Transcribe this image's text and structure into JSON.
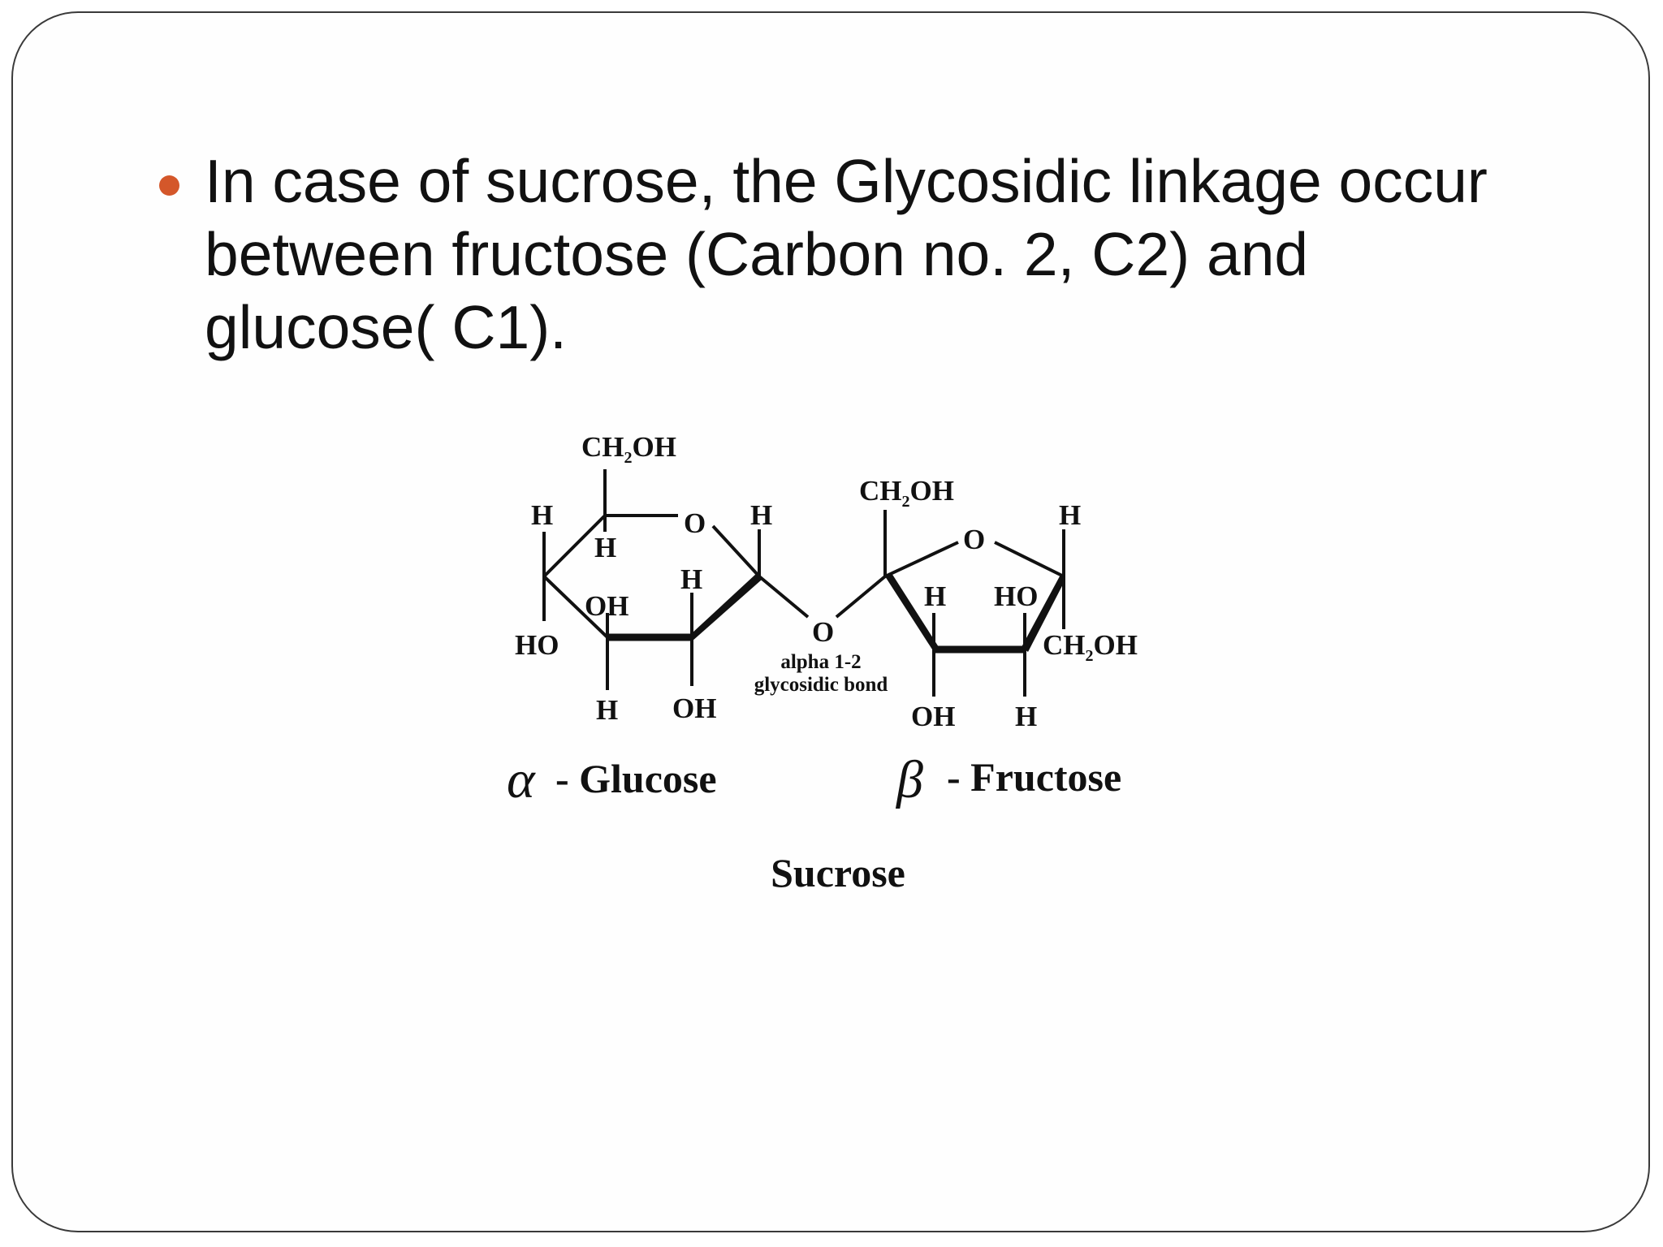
{
  "slide": {
    "bullet_text": "In case of sucrose, the Glycosidic linkage occur\nbetween fructose (Carbon no. 2, C2) and\nglucose( C1).",
    "bullet_color": "#d4572a"
  },
  "diagram": {
    "glucose": {
      "ch2oh": {
        "pre": "CH",
        "sub": "2",
        "post": "OH"
      },
      "ring_o": "O",
      "h_left": "H",
      "h_inner": "H",
      "h_right": "H",
      "oh_inner": "OH",
      "h_c3": "H",
      "ho_left": "HO",
      "h_bottom": "H",
      "oh_bottom": "OH"
    },
    "linkage": {
      "o": "O",
      "label_line1": "alpha 1-2",
      "label_line2": "glycosidic bond"
    },
    "fructose": {
      "ch2oh_top": {
        "pre": "CH",
        "sub": "2",
        "post": "OH"
      },
      "ring_o": "O",
      "h_right_top": "H",
      "h_inner": "H",
      "ho_inner": "HO",
      "ch2oh_right": {
        "pre": "CH",
        "sub": "2",
        "post": "OH"
      },
      "oh_bottom": "OH",
      "h_bottom": "H"
    },
    "names": {
      "alpha_symbol": "α",
      "glucose": "- Glucose",
      "beta_symbol": "β",
      "fructose": "- Fructose",
      "molecule": "Sucrose"
    }
  }
}
